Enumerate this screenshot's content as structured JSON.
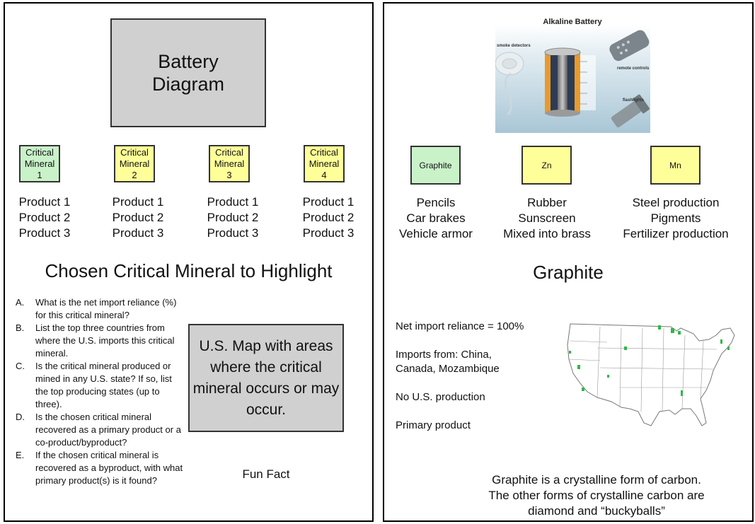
{
  "left": {
    "diagram_box": "Battery Diagram",
    "minerals": [
      {
        "label": "Critical Mineral",
        "number": "1",
        "products": [
          "Product 1",
          "Product 2",
          "Product 3"
        ],
        "color": "#c9f2c9"
      },
      {
        "label": "Critical Mineral",
        "number": "2",
        "products": [
          "Product 1",
          "Product 2",
          "Product 3"
        ],
        "color": "#ffff99"
      },
      {
        "label": "Critical Mineral",
        "number": "3",
        "products": [
          "Product 1",
          "Product 2",
          "Product 3"
        ],
        "color": "#ffff99"
      },
      {
        "label": "Critical Mineral",
        "number": "4",
        "products": [
          "Product 1",
          "Product 2",
          "Product 3"
        ],
        "color": "#ffff99"
      }
    ],
    "heading": "Chosen Critical Mineral to Highlight",
    "questions": [
      {
        "letter": "A.",
        "text": "What is the net import reliance (%) for this critical mineral?"
      },
      {
        "letter": "B.",
        "text": "List the top three countries from where the U.S. imports this critical mineral."
      },
      {
        "letter": "C.",
        "text": "Is the critical mineral produced or mined in any U.S. state? If so, list the top producing states (up to three)."
      },
      {
        "letter": "D.",
        "text": "Is the chosen critical mineral recovered as a primary product or a co-product/byproduct?"
      },
      {
        "letter": "E.",
        "text": "If the chosen critical mineral is recovered as a byproduct, with what primary product(s) is it found?"
      }
    ],
    "map_box": "U.S. Map with areas where the critical mineral occurs or may occur.",
    "fun_fact": "Fun Fact"
  },
  "right": {
    "battery_image": {
      "title": "Alkaline Battery",
      "labels": {
        "smoke": "smoke detectors",
        "remote": "remote controls",
        "flash": "flashlights"
      }
    },
    "minerals": [
      {
        "label": "Graphite",
        "products": [
          "Pencils",
          "Car brakes",
          "Vehicle armor"
        ],
        "color": "#c9f2c9"
      },
      {
        "label": "Zn",
        "products": [
          "Rubber",
          "Sunscreen",
          "Mixed into brass"
        ],
        "color": "#ffff99"
      },
      {
        "label": "Mn",
        "products": [
          "Steel production",
          "Pigments",
          "Fertilizer production"
        ],
        "color": "#ffff99"
      }
    ],
    "heading": "Graphite",
    "info": {
      "reliance": "Net import reliance = 100%",
      "imports_line1": "Imports from: China,",
      "imports_line2": "Canada, Mozambique",
      "production": "No U.S. production",
      "product_type": "Primary product"
    },
    "fact_lines": [
      "Graphite is a crystalline form of carbon.",
      "The other forms of crystalline carbon are",
      "diamond and “buckyballs”"
    ]
  }
}
